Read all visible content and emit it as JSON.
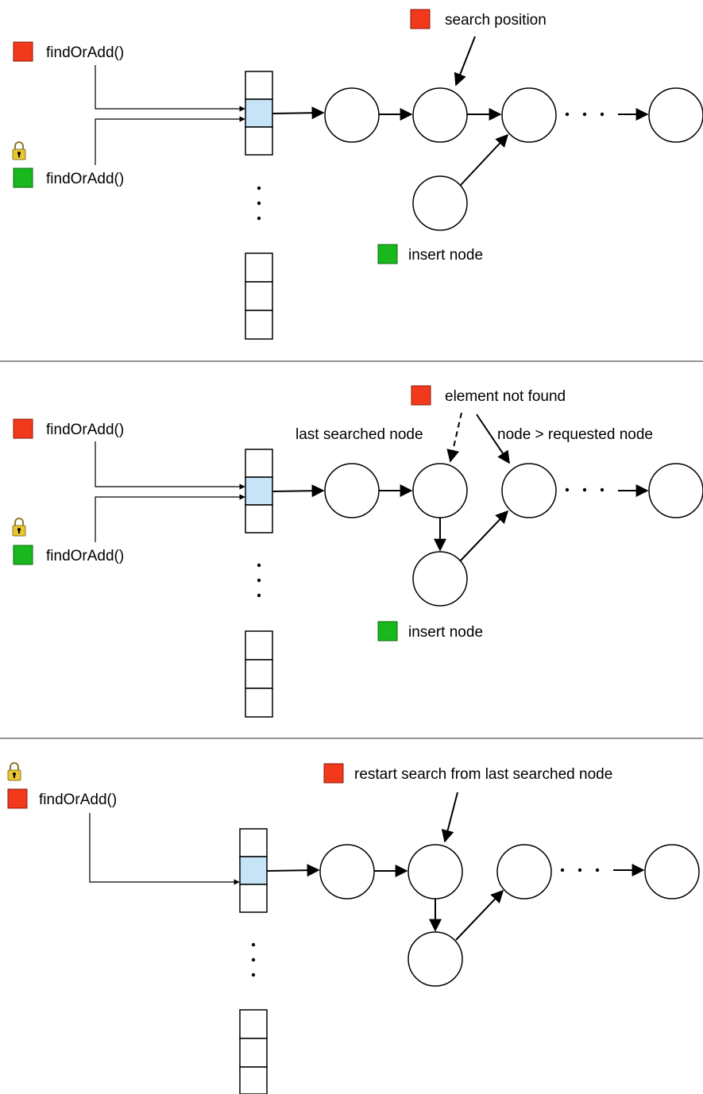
{
  "colors": {
    "red": "#f2391c",
    "green": "#19b81c",
    "highlight": "#c6e4f7",
    "lock": "#e8c630"
  },
  "icons": [
    "lock-icon",
    "red-square-marker",
    "green-square-marker"
  ],
  "panels": [
    {
      "call_labels": [
        "findOrAdd()",
        "findOrAdd()"
      ],
      "annotations": {
        "search_position": "search position",
        "insert_node": "insert node"
      }
    },
    {
      "call_labels": [
        "findOrAdd()",
        "findOrAdd()"
      ],
      "annotations": {
        "element_not_found": "element not found",
        "last_searched_node": "last searched node",
        "node_gt_requested": "node > requested node",
        "insert_node": "insert node"
      }
    },
    {
      "call_labels": [
        "findOrAdd()"
      ],
      "annotations": {
        "restart_search": "restart search from last searched node"
      }
    }
  ]
}
